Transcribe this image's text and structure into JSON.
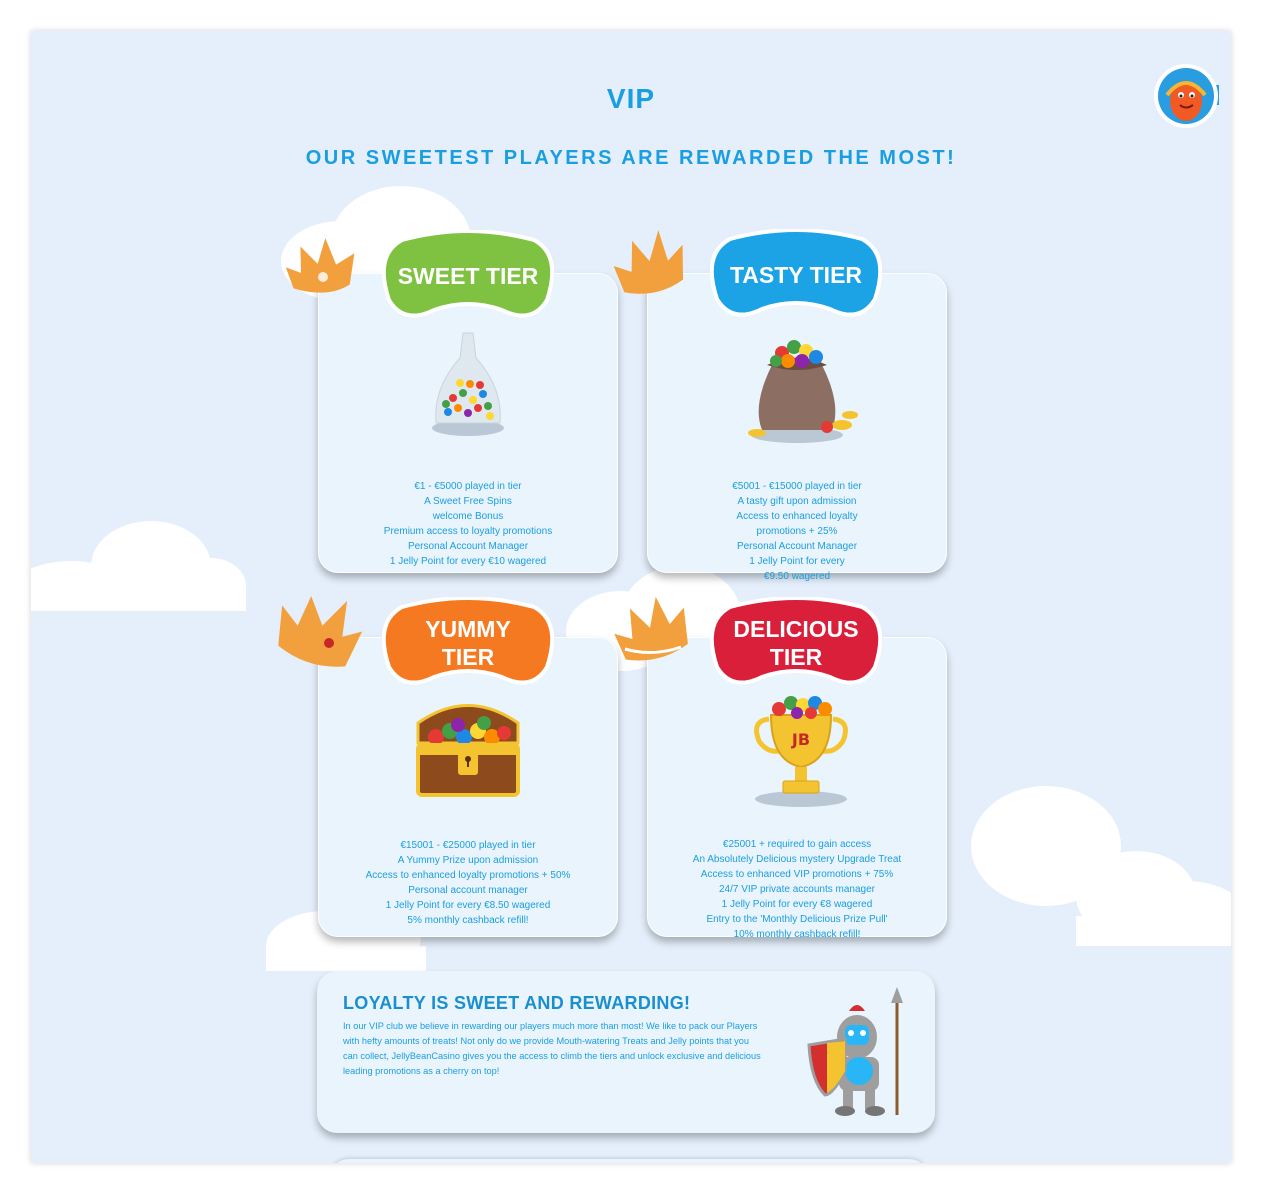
{
  "page": {
    "title": "VIP",
    "subtitle": "OUR SWEETEST PLAYERS ARE REWARDED THE MOST!"
  },
  "tiers": [
    {
      "name": "SWEET TIER",
      "color": "#7fc241",
      "prize_icon": "candy-bag",
      "benefits": [
        "€1 - €5000 played in tier",
        "A Sweet Free Spins",
        "welcome Bonus",
        "Premium access to loyalty promotions",
        "Personal Account Manager",
        "1 Jelly Point for every €10 wagered"
      ]
    },
    {
      "name": "TASTY TIER",
      "color": "#1ba3e6",
      "prize_icon": "jellybean-sack",
      "benefits": [
        "€5001 - €15000 played in tier",
        "A tasty gift upon admission",
        "Access to enhanced loyalty",
        "promotions + 25%",
        "Personal Account Manager",
        "1 Jelly Point for every",
        "€9.50 wagered"
      ]
    },
    {
      "name_line1": "YUMMY",
      "name_line2": "TIER",
      "color": "#f47920",
      "prize_icon": "treasure-chest",
      "benefits": [
        "€15001 - €25000 played in tier",
        "A Yummy Prize upon admission",
        "Access to enhanced loyalty promotions + 50%",
        "Personal account manager",
        "1 Jelly Point for every €8.50 wagered",
        "5% monthly cashback refill!"
      ]
    },
    {
      "name_line1": "DELICIOUS",
      "name_line2": "TIER",
      "color": "#d91f3a",
      "prize_icon": "trophy",
      "trophy_letters": "JB",
      "benefits": [
        "€25001 + required to gain access",
        "An Absolutely Delicious mystery Upgrade Treat",
        "Access to enhanced VIP promotions + 75%",
        "24/7 VIP  private accounts manager",
        "1 Jelly Point for every €8 wagered",
        "Entry to the 'Monthly Delicious Prize Pull'",
        "10% monthly cashback refill!"
      ]
    }
  ],
  "loyalty": {
    "heading": "LOYALTY IS SWEET AND REWARDING!",
    "body": "In our VIP club we believe in rewarding our players much more than most! We like to pack our Players with hefty amounts of treats! Not only do we provide Mouth-watering Treats and Jelly points that you can collect, JellyBeanCasino gives you the access to climb the tiers and unlock exclusive and delicious leading promotions as a cherry on top!"
  },
  "colors": {
    "accent": "#1a9ee0",
    "background": "#e4effb",
    "crown": "#f2a03d"
  },
  "icons": {
    "support": "support-agent-icon",
    "crown": "crown-icon",
    "knight": "knight-mascot-icon"
  }
}
